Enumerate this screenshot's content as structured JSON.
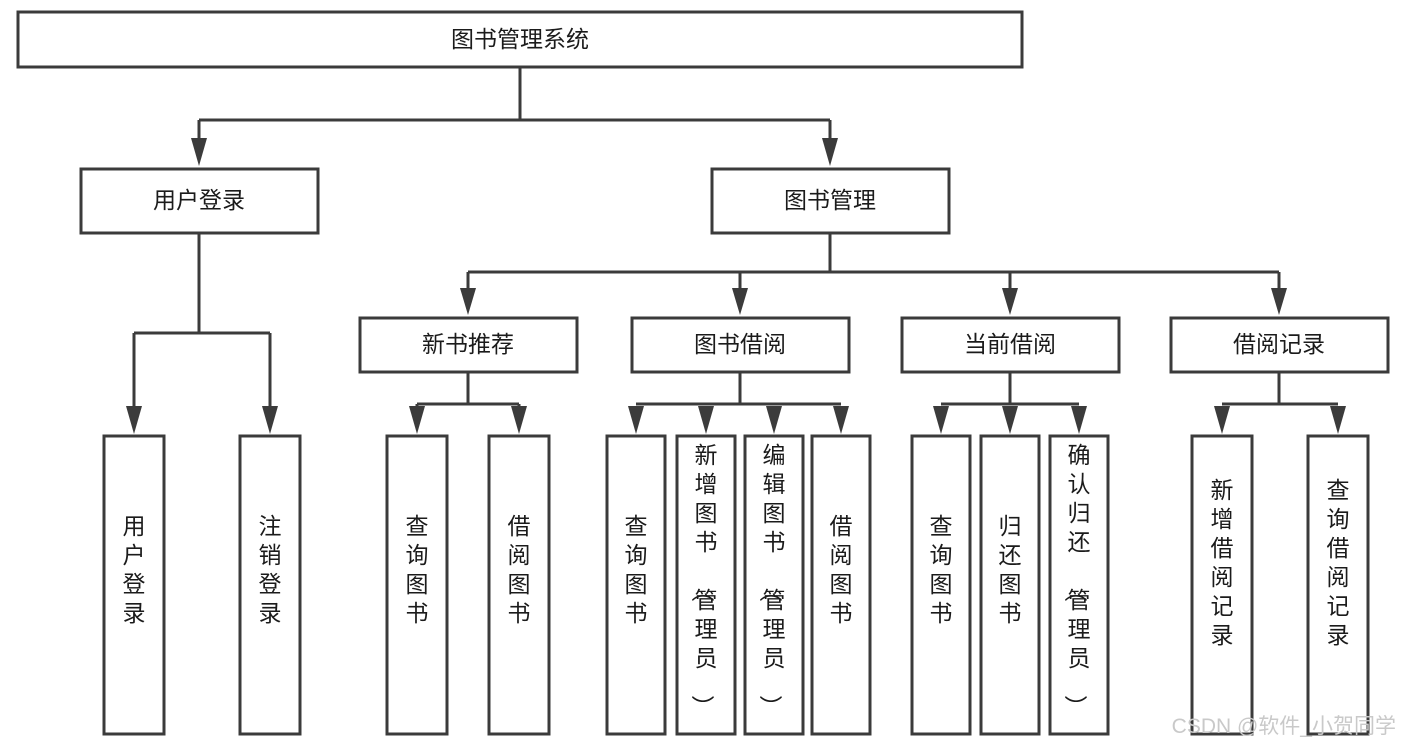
{
  "diagram": {
    "title": "图书管理系统",
    "type": "tree-hierarchy-chart",
    "root": {
      "id": "root",
      "label": "图书管理系统",
      "orientation": "horizontal"
    },
    "level2": [
      {
        "id": "user-login",
        "label": "用户登录",
        "orientation": "horizontal"
      },
      {
        "id": "book-manage",
        "label": "图书管理",
        "orientation": "horizontal"
      }
    ],
    "level3": [
      {
        "id": "new-book-recommend",
        "label": "新书推荐",
        "orientation": "horizontal"
      },
      {
        "id": "book-borrow",
        "label": "图书借阅",
        "orientation": "horizontal"
      },
      {
        "id": "current-borrow",
        "label": "当前借阅",
        "orientation": "horizontal"
      },
      {
        "id": "borrow-record",
        "label": "借阅记录",
        "orientation": "horizontal"
      }
    ],
    "leaves": {
      "user-login": [
        {
          "id": "leaf-user-login",
          "label": "用户登录",
          "chars": [
            "用",
            "户",
            "登",
            "录"
          ]
        },
        {
          "id": "leaf-user-logout",
          "label": "注销登录",
          "chars": [
            "注",
            "销",
            "登",
            "录"
          ]
        }
      ],
      "new-book-recommend": [
        {
          "id": "leaf-query-book-1",
          "label": "查询图书",
          "chars": [
            "查",
            "询",
            "图",
            "书"
          ]
        },
        {
          "id": "leaf-borrow-book-1",
          "label": "借阅图书",
          "chars": [
            "借",
            "阅",
            "图",
            "书"
          ]
        }
      ],
      "book-borrow": [
        {
          "id": "leaf-query-book-2",
          "label": "查询图书",
          "chars": [
            "查",
            "询",
            "图",
            "书"
          ]
        },
        {
          "id": "leaf-add-book",
          "label": "新增图书（管理员）",
          "chars": [
            "新",
            "增",
            "图",
            "书",
            "（",
            "管",
            "理",
            "员",
            "）"
          ]
        },
        {
          "id": "leaf-edit-book",
          "label": "编辑图书（管理员）",
          "chars": [
            "编",
            "辑",
            "图",
            "书",
            "（",
            "管",
            "理",
            "员",
            "）"
          ]
        },
        {
          "id": "leaf-borrow-book-2",
          "label": "借阅图书",
          "chars": [
            "借",
            "阅",
            "图",
            "书"
          ]
        }
      ],
      "current-borrow": [
        {
          "id": "leaf-query-book-3",
          "label": "查询图书",
          "chars": [
            "查",
            "询",
            "图",
            "书"
          ]
        },
        {
          "id": "leaf-return-book",
          "label": "归还图书",
          "chars": [
            "归",
            "还",
            "图",
            "书"
          ]
        },
        {
          "id": "leaf-confirm-return",
          "label": "确认归还（管理员）",
          "chars": [
            "确",
            "认",
            "归",
            "还",
            "（",
            "管",
            "理",
            "员",
            "）"
          ]
        }
      ],
      "borrow-record": [
        {
          "id": "leaf-add-record",
          "label": "新增借阅记录",
          "chars": [
            "新",
            "增",
            "借",
            "阅",
            "记",
            "录"
          ]
        },
        {
          "id": "leaf-query-record",
          "label": "查询借阅记录",
          "chars": [
            "查",
            "询",
            "借",
            "阅",
            "记",
            "录"
          ]
        }
      ]
    }
  },
  "watermark": {
    "text": "CSDN @软件_小贺同学"
  },
  "colors": {
    "box_stroke": "#3b3b3b",
    "box_fill": "#ffffff",
    "text": "#1b1b1b",
    "watermark": "#c9c9c9",
    "background": "#ffffff"
  }
}
